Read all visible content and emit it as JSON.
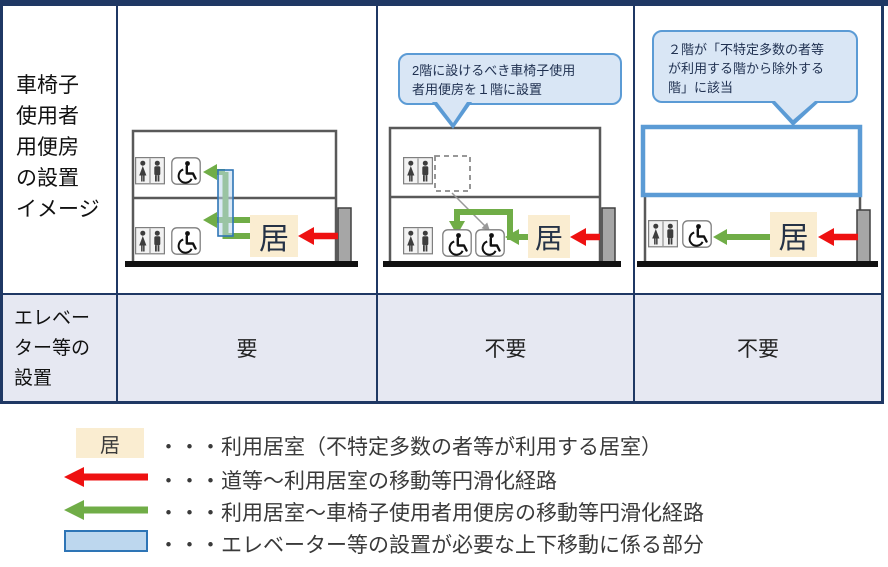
{
  "table": {
    "row_image": {
      "header": "車椅子\n使用者\n用便房\nの設置\nイメージ"
    },
    "row_elevator": {
      "header": "エレベー\nター等の\n設置",
      "values": [
        "要",
        "不要",
        "不要"
      ]
    }
  },
  "figures": {
    "room_label": "居",
    "col2_bubble": "2階に設けるべき車椅子使用\n者用便房を１階に設置",
    "col3_bubble": "２階が「不特定多数の者等\nが利用する階から除外する\n階」に該当"
  },
  "legend": {
    "room_swatch_label": "居",
    "items": [
      "・・・利用居室（不特定多数の者等が利用する居室）",
      "・・・道等～利用居室の移動等円滑化経路",
      "・・・利用居室～車椅子使用者用便房の移動等円滑化経路",
      "・・・エレベーター等の設置が必要な上下移動に係る部分"
    ]
  },
  "colors": {
    "table_border": "#1F3864",
    "row_fill": "#E6E8F2",
    "room_fill": "#FAEDD1",
    "route_red": "#EE1111",
    "route_green": "#70AD47",
    "elevator_fill": "#BDD7EE",
    "elevator_border": "#2E75B6",
    "bubble_fill": "#D9E6F5",
    "bubble_border": "#5B9BD5"
  }
}
